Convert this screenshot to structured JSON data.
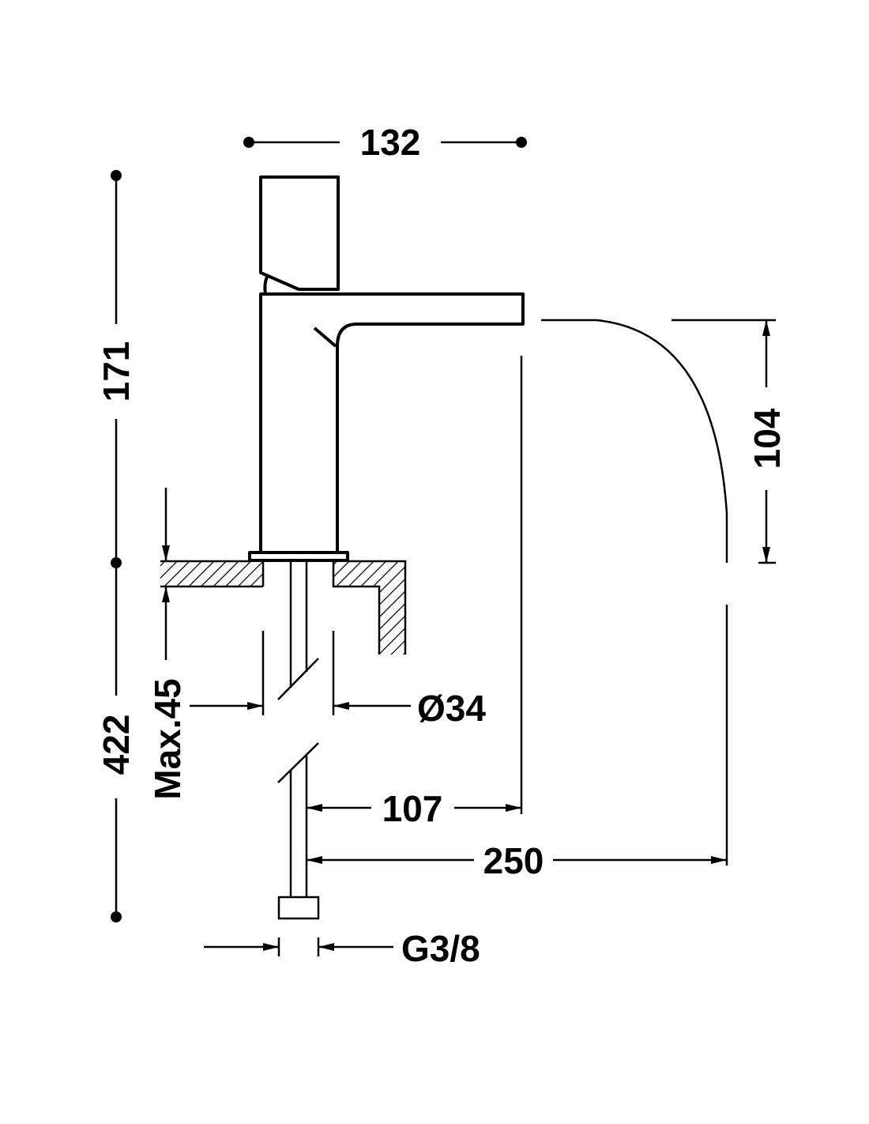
{
  "dimensions": {
    "width_handle": "132",
    "height_top": "171",
    "height_total": "422",
    "countertop_max": "Max.45",
    "hole_diameter": "Ø34",
    "spout_reach": "107",
    "total_depth": "250",
    "stream_height": "104",
    "connection": "G3/8"
  },
  "colors": {
    "line": "#000000",
    "background": "#ffffff"
  }
}
